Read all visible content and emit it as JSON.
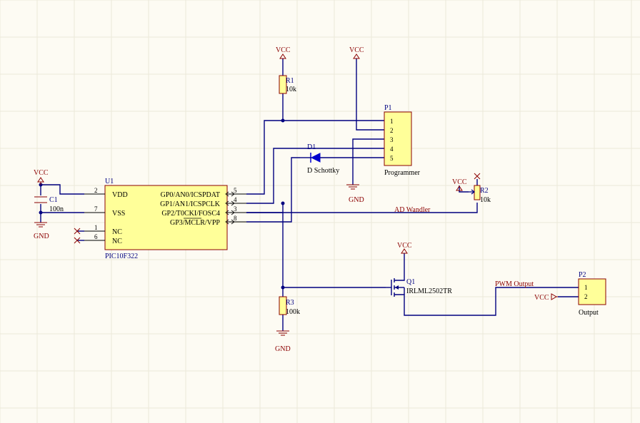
{
  "power": {
    "vcc": "VCC",
    "gnd": "GND"
  },
  "u1": {
    "designator": "U1",
    "part": "PIC10F322",
    "left_pins": [
      {
        "num": "2",
        "name": "VDD"
      },
      {
        "num": "7",
        "name": "VSS"
      },
      {
        "num": "1",
        "name": "NC"
      },
      {
        "num": "6",
        "name": "NC"
      }
    ],
    "right_pins": [
      {
        "num": "5",
        "name": "GP0/AN0/ICSPDAT"
      },
      {
        "num": "4",
        "name": "GP1/AN1/ICSPCLK"
      },
      {
        "num": "3",
        "name": "GP2/T0CKI/FOSC4"
      },
      {
        "num": "8",
        "name": "GP3/MCLR/VPP"
      }
    ]
  },
  "c1": {
    "designator": "C1",
    "value": "100n"
  },
  "r1": {
    "designator": "R1",
    "value": "10k"
  },
  "r2": {
    "designator": "R2",
    "value": "10k"
  },
  "r3": {
    "designator": "R3",
    "value": "100k"
  },
  "d1": {
    "designator": "D1",
    "value": "D Schottky"
  },
  "q1": {
    "designator": "Q1",
    "part": "IRLML2502TR"
  },
  "p1": {
    "designator": "P1",
    "name": "Programmer",
    "pins": [
      "1",
      "2",
      "3",
      "4",
      "5"
    ]
  },
  "p2": {
    "designator": "P2",
    "name": "Output",
    "pins": [
      "1",
      "2"
    ]
  },
  "nets": {
    "ad": "AD Wandler",
    "pwm": "PWM Output"
  }
}
